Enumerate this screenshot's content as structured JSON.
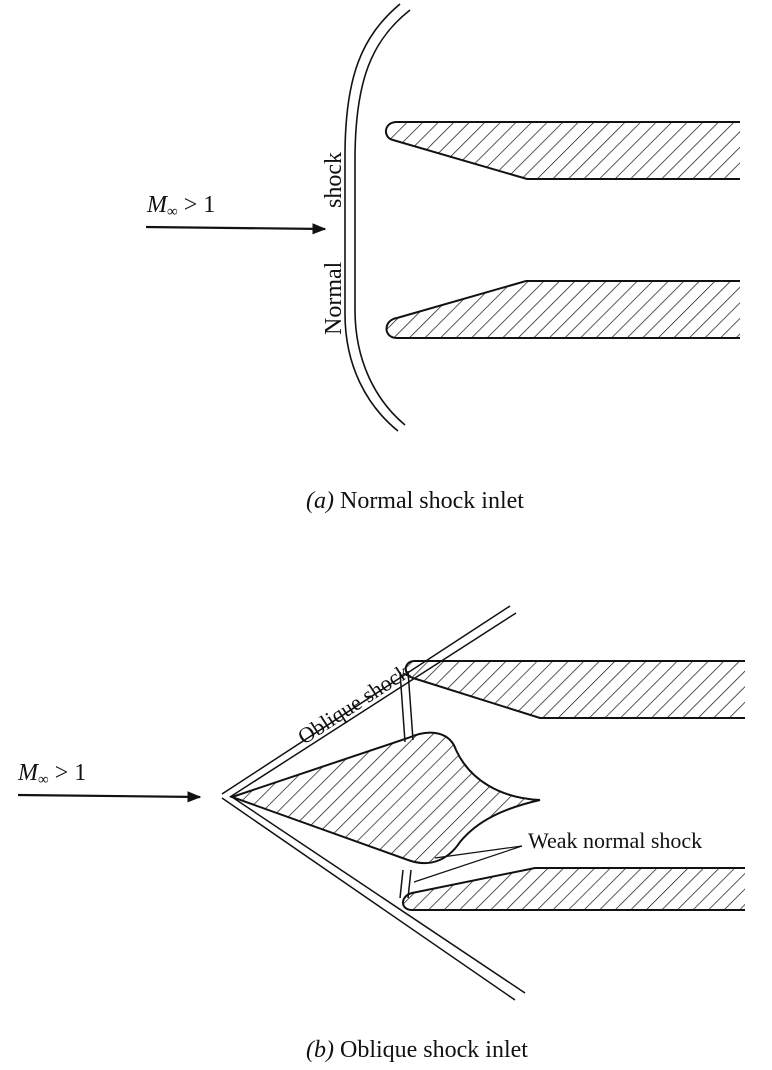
{
  "panel_a": {
    "mach_label_m": "M",
    "mach_label_sub": "∞",
    "mach_label_rest": " > 1",
    "shock_label_1": "Normal",
    "shock_label_2": "shock",
    "caption_tag": "(a)",
    "caption_text": " Normal shock inlet"
  },
  "panel_b": {
    "mach_label_m": "M",
    "mach_label_sub": "∞",
    "mach_label_rest": " > 1",
    "oblique_shock_label": "Oblique shock",
    "weak_shock_label": "Weak normal shock",
    "caption_tag": "(b)",
    "caption_text": " Oblique shock inlet"
  }
}
